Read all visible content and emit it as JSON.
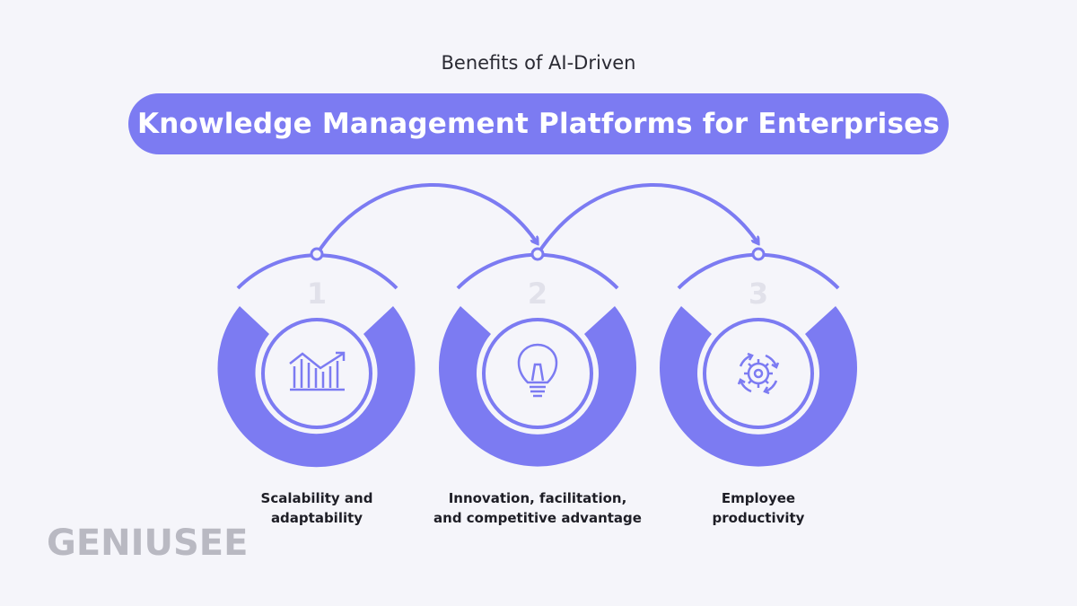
{
  "header": {
    "subtitle": "Benefits of AI-Driven",
    "title": "Knowledge Management Platforms for Enterprises"
  },
  "steps": [
    {
      "number": "1",
      "label_line1": "Scalability and",
      "label_line2": "adaptability",
      "icon": "bar-chart-icon"
    },
    {
      "number": "2",
      "label_line1": "Innovation, facilitation,",
      "label_line2": "and competitive advantage",
      "icon": "lightbulb-icon"
    },
    {
      "number": "3",
      "label_line1": "Employee",
      "label_line2": "productivity",
      "icon": "gear-cycle-icon"
    }
  ],
  "brand": {
    "logo_text": "GENIUSEE"
  },
  "colors": {
    "accent": "#7c7bf2",
    "background": "#f5f5fa",
    "number": "#e1e1ea"
  }
}
